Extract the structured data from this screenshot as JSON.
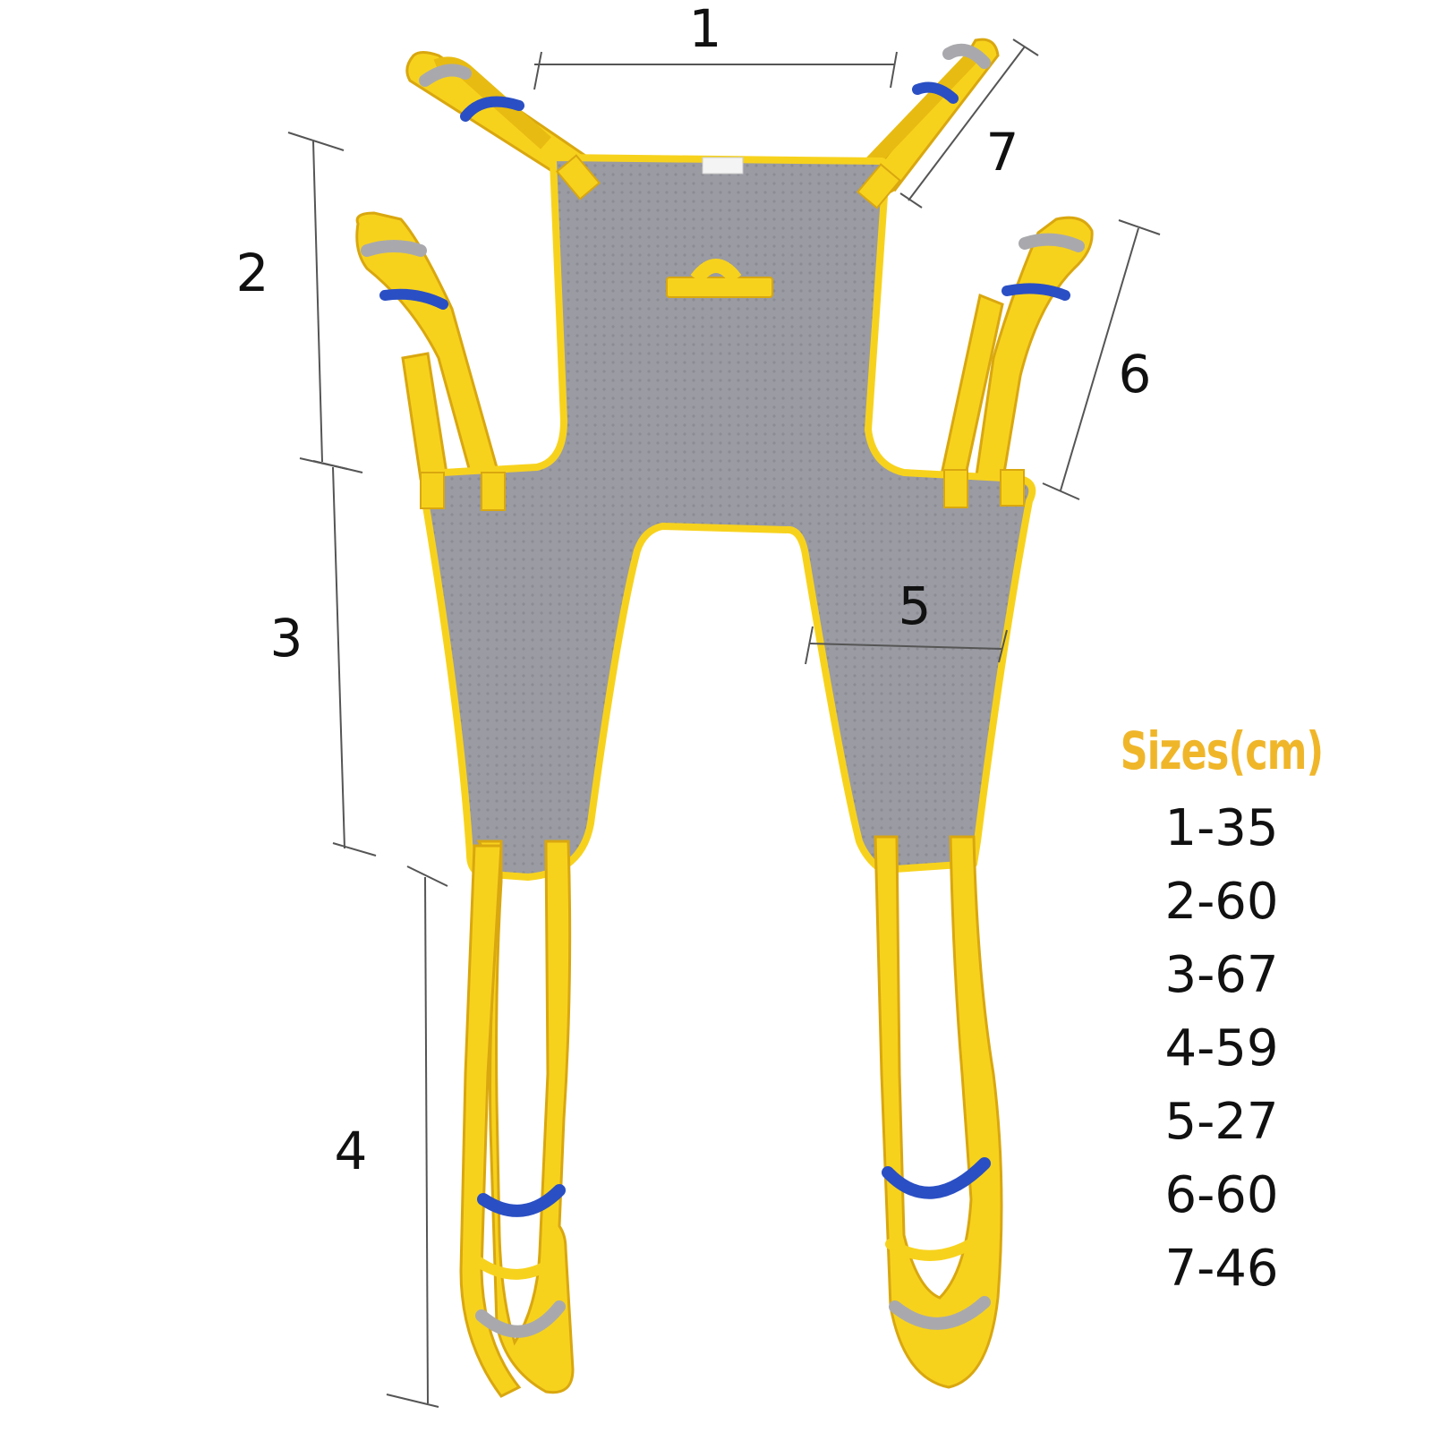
{
  "dimension_labels": [
    "1",
    "2",
    "3",
    "4",
    "5",
    "6",
    "7"
  ],
  "size_table": {
    "title": "Sizes(cm)",
    "entries": [
      "1-35",
      "2-60",
      "3-67",
      "4-59",
      "5-27",
      "6-60",
      "7-46"
    ]
  },
  "colors": {
    "mesh": "#9a9ba3",
    "strap": "#f7d21d",
    "strap_edge": "#d9a70f",
    "blue_loop": "#2a4fc4",
    "grey_loop": "#a9a9ad",
    "title_accent": "#f0b62a",
    "dimension_line": "#555555"
  }
}
